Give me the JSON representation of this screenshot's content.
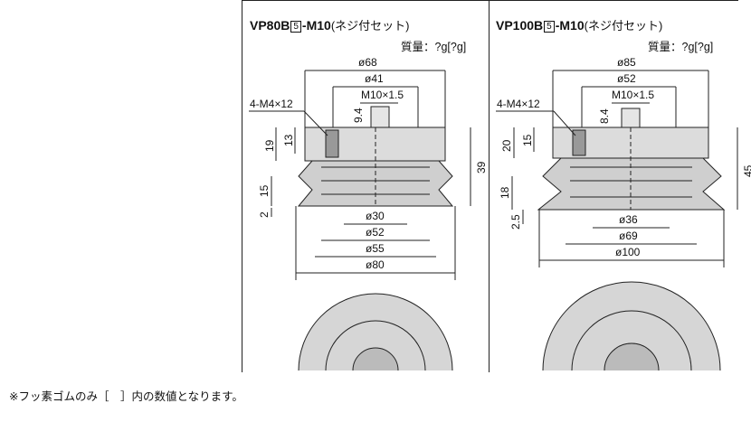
{
  "left": {
    "model_prefix": "VP80B",
    "model_box": "5",
    "model_suffix": "-M10",
    "model_note": "(ネジ付セット)",
    "mass": "質量：?g[?g]",
    "dims": {
      "top1": "ø68",
      "top2": "ø41",
      "thread": "M10×1.5",
      "bolt": "4-M4×12",
      "h94": "9.4",
      "h19": "19",
      "h13": "13",
      "h39": "39",
      "h15": "15",
      "h2": "2",
      "b1": "ø30",
      "b2": "ø52",
      "b3": "ø55",
      "b4": "ø80"
    }
  },
  "right": {
    "model_prefix": "VP100B",
    "model_box": "5",
    "model_suffix": "-M10",
    "model_note": "(ネジ付セット)",
    "mass": "質量：?g[?g]",
    "dims": {
      "top1": "ø85",
      "top2": "ø52",
      "thread": "M10×1.5",
      "bolt": "4-M4×12",
      "h84": "8.4",
      "h20": "20",
      "h15": "15",
      "h45": "45",
      "h18": "18",
      "h25": "2.5",
      "b1": "ø36",
      "b2": "ø69",
      "b3": "ø100"
    }
  },
  "footnote": "※フッ素ゴムのみ［　］内の数値となります。"
}
